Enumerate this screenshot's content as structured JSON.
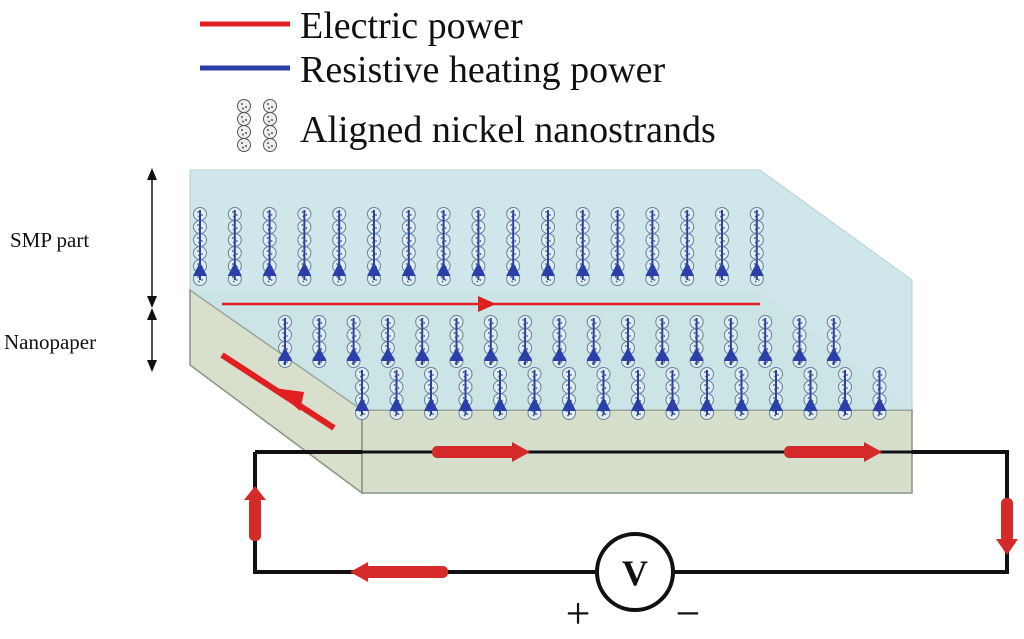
{
  "legend": {
    "electric_power": "Electric power",
    "resistive_heating_power": "Resistive heating power",
    "aligned_nickel_nanostrands": "Aligned nickel nanostrands"
  },
  "labels": {
    "smp_part": "SMP part",
    "nanopaper": "Nanopaper"
  },
  "circuit": {
    "voltmeter": "V",
    "plus": "+",
    "minus": "−"
  },
  "colors": {
    "electric_power": "#e02020",
    "resistive_heating_power": "#2a3fa8",
    "smp_fill": "#cfe7ea",
    "nanopaper_fill": "#d6dfcc"
  }
}
